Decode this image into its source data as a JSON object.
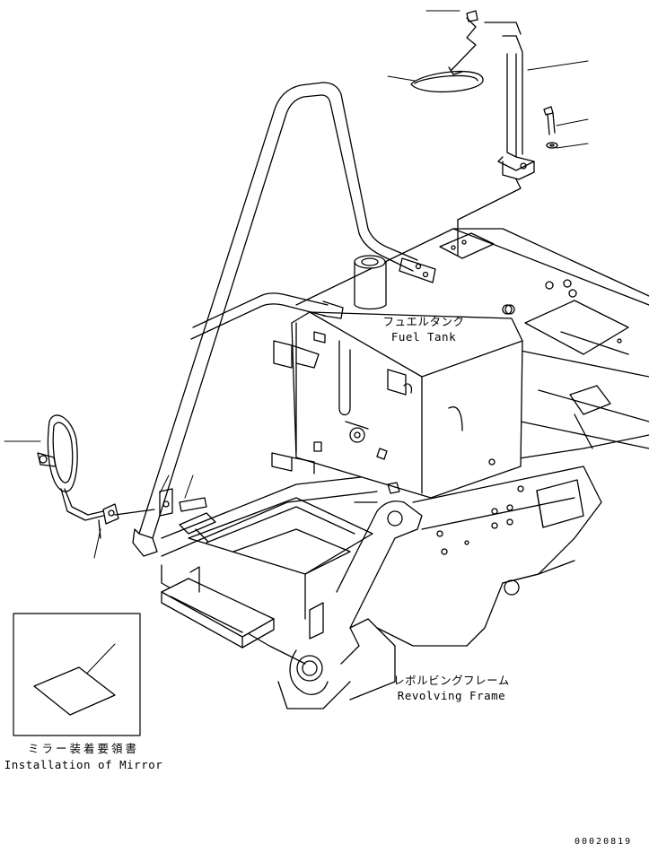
{
  "labels": {
    "fuel_tank_jp": "フュエルタンク",
    "fuel_tank_en": "Fuel Tank",
    "revolving_frame_jp": "レボルビングフレーム",
    "revolving_frame_en": "Revolving Frame",
    "manual_jp": "ミラー装着要領書",
    "manual_en": "Installation of Mirror"
  },
  "drawing_code": "00020819"
}
